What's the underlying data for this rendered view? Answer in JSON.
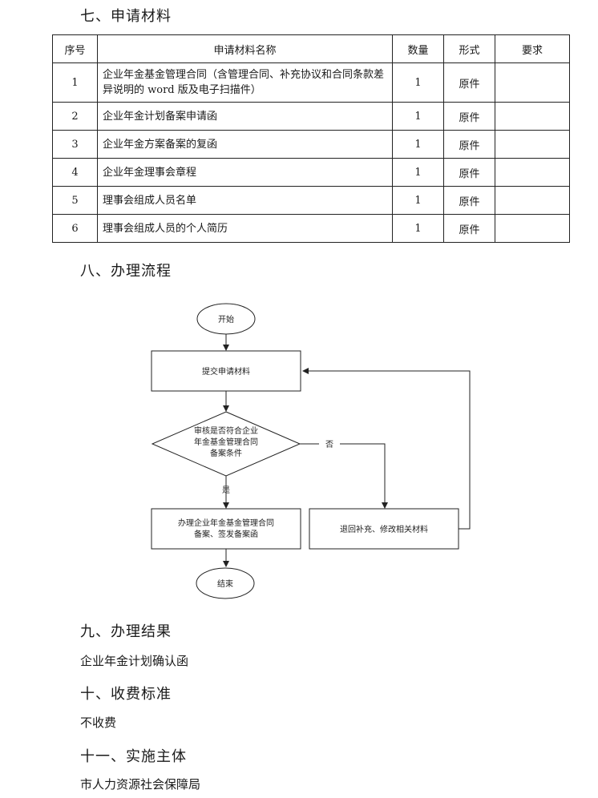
{
  "sections": {
    "materials_title": "七、申请材料",
    "process_title": "八、办理流程",
    "result_title": "九、办理结果",
    "result_text": "企业年金计划确认函",
    "fee_title": "十、收费标准",
    "fee_text": "不收费",
    "agency_title": "十一、实施主体",
    "agency_text": "市人力资源社会保障局"
  },
  "table": {
    "headers": [
      "序号",
      "申请材料名称",
      "数量",
      "形式",
      "要求"
    ],
    "rows": [
      {
        "no": "1",
        "name": "企业年金基金管理合同（含管理合同、补充协议和合同条款差异说明的 word 版及电子扫描件）",
        "qty": "1",
        "form": "原件",
        "req": ""
      },
      {
        "no": "2",
        "name": "企业年金计划备案申请函",
        "qty": "1",
        "form": "原件",
        "req": ""
      },
      {
        "no": "3",
        "name": "企业年金方案备案的复函",
        "qty": "1",
        "form": "原件",
        "req": ""
      },
      {
        "no": "4",
        "name": "企业年金理事会章程",
        "qty": "1",
        "form": "原件",
        "req": ""
      },
      {
        "no": "5",
        "name": "理事会组成人员名单",
        "qty": "1",
        "form": "原件",
        "req": ""
      },
      {
        "no": "6",
        "name": "理事会组成人员的个人简历",
        "qty": "1",
        "form": "原件",
        "req": ""
      }
    ]
  },
  "flow": {
    "start": "开始",
    "submit": "提交申请材料",
    "review_line1": "审核是否符合企业",
    "review_line2": "年金基金管理合同",
    "review_line3": "备案条件",
    "yes": "是",
    "no": "否",
    "process_line1": "办理企业年金基金管理合同",
    "process_line2": "备案、签发备案函",
    "return": "退回补充、修改相关材料",
    "end": "结束"
  }
}
